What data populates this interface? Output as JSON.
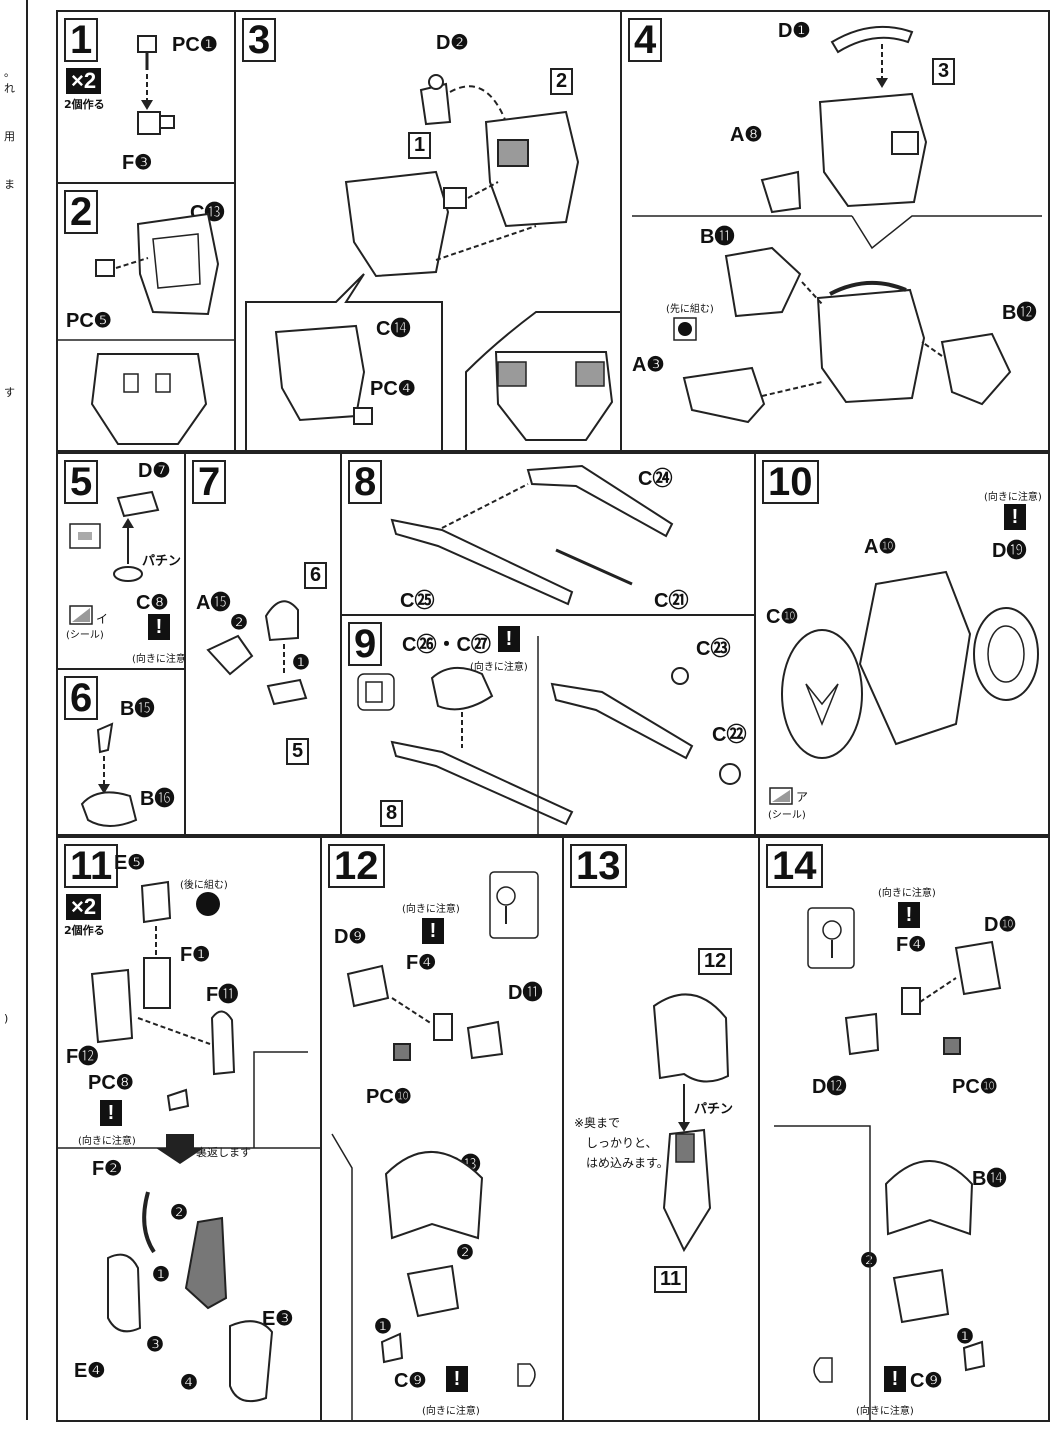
{
  "left_margin": {
    "t1": "。",
    "t2": "れ",
    "t3": "用",
    "t4": "ま",
    "t5": "す",
    "t6": ")"
  },
  "common": {
    "x2_badge": "×2",
    "make_two": "2個作る",
    "warn_mark": "!",
    "careful_direction": "(向きに注意)",
    "sticker": "(シール)"
  },
  "step1": {
    "num": "1",
    "parts": [
      "PC❶",
      "F❸"
    ]
  },
  "step2": {
    "num": "2",
    "parts": [
      "C⓭",
      "PC❺"
    ]
  },
  "step3": {
    "num": "3",
    "parts": [
      "D❷",
      "C⓮",
      "PC❹"
    ],
    "refs": [
      "2",
      "1"
    ]
  },
  "step4": {
    "num": "4",
    "parts": [
      "D❶",
      "A❽",
      "B⓫",
      "B⓬",
      "A❸"
    ],
    "refs": [
      "3"
    ],
    "note": "(先に組む)"
  },
  "step5": {
    "num": "5",
    "parts": [
      "D❼",
      "C❽"
    ],
    "snap": "パチン",
    "sticker_id": "イ"
  },
  "step6": {
    "num": "6",
    "parts": [
      "B⓯",
      "B⓰"
    ]
  },
  "step7": {
    "num": "7",
    "parts": [
      "A⓯"
    ],
    "refs": [
      "6",
      "5"
    ],
    "order": [
      "❷",
      "❶"
    ]
  },
  "step8": {
    "num": "8",
    "parts": [
      "C㉔",
      "C㉕",
      "C㉑"
    ]
  },
  "step9": {
    "num": "9",
    "parts": [
      "C㉖・C㉗",
      "C㉓",
      "C㉒"
    ],
    "refs": [
      "8"
    ]
  },
  "step10": {
    "num": "10",
    "parts": [
      "A❿",
      "D⓳",
      "C❿"
    ],
    "sticker_id": "ア"
  },
  "step11": {
    "num": "11",
    "parts": [
      "E❺",
      "F❶",
      "F⓫",
      "F⓬",
      "PC❽",
      "F❷",
      "E❸",
      "E❹"
    ],
    "note": "(後に組む)",
    "flip": "裏返します",
    "order": [
      "❶",
      "❷",
      "❸",
      "❹"
    ]
  },
  "step12": {
    "num": "12",
    "parts": [
      "D❾",
      "F❹",
      "D⓫",
      "PC❿",
      "B⓭",
      "C❾"
    ],
    "order": [
      "❶",
      "❷"
    ]
  },
  "step13": {
    "num": "13",
    "refs": [
      "12",
      "11"
    ],
    "snap": "パチン",
    "note_lines": [
      "※奥まで",
      "しっかりと、",
      "はめ込みます。"
    ]
  },
  "step14": {
    "num": "14",
    "parts": [
      "F❹",
      "D❿",
      "D⓬",
      "PC❿",
      "B⓮",
      "C❾"
    ],
    "order": [
      "❷",
      "❶"
    ]
  }
}
